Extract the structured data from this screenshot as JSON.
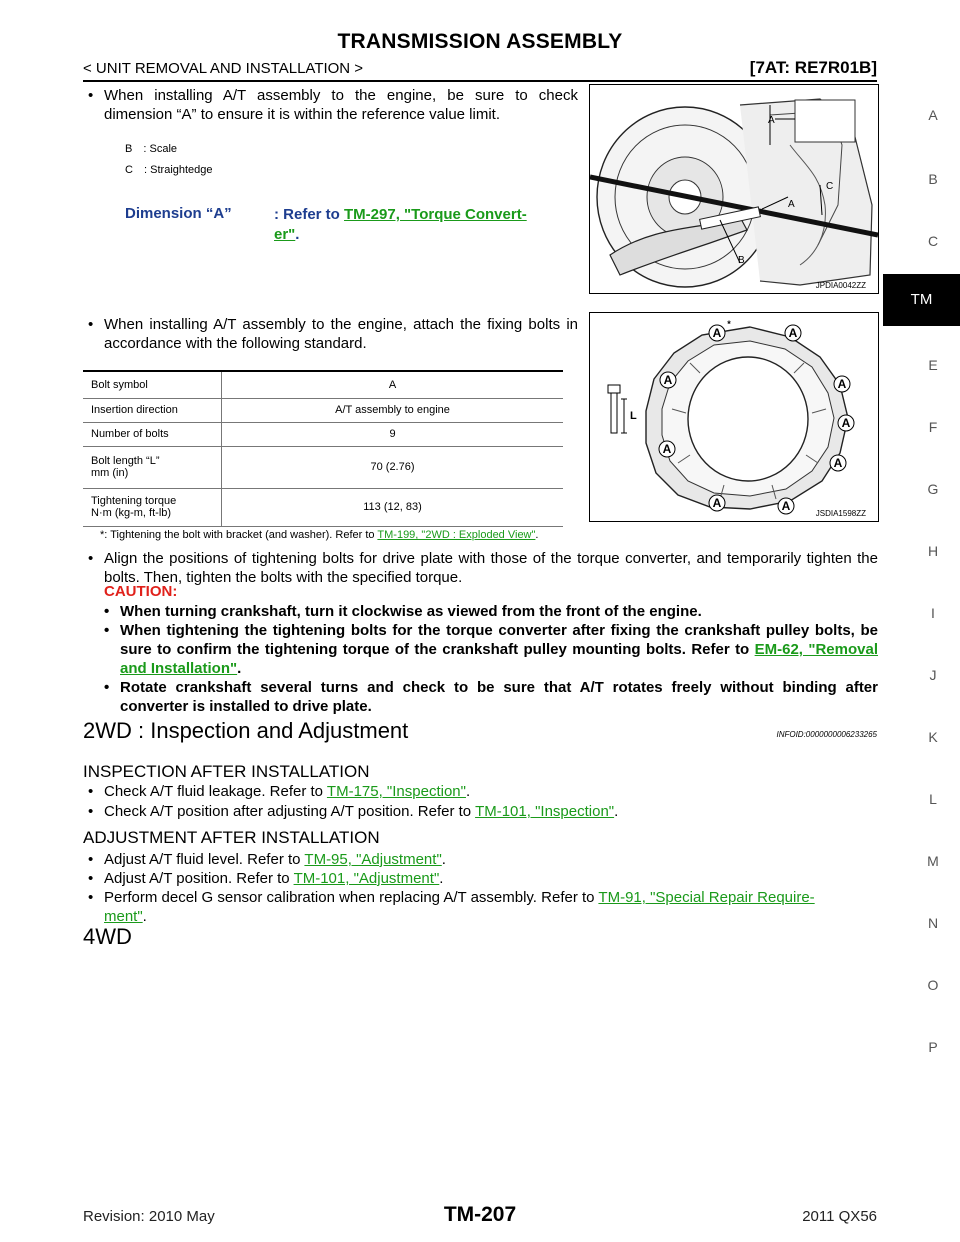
{
  "header": {
    "title": "TRANSMISSION ASSEMBLY",
    "section": "< UNIT REMOVAL AND INSTALLATION >",
    "model_code": "[7AT: RE7R01B]"
  },
  "side_index": {
    "letters": [
      "A",
      "B",
      "C",
      "TM",
      "E",
      "F",
      "G",
      "H",
      "I",
      "J",
      "K",
      "L",
      "M",
      "N",
      "O",
      "P"
    ],
    "active": "TM"
  },
  "step1": {
    "bullet": "•",
    "text": "When installing A/T assembly to the engine, be sure to check dimension “A” to ensure it is within the reference value limit.",
    "legend": [
      {
        "key": "B",
        "sep": ":",
        "value": "Scale"
      },
      {
        "key": "C",
        "sep": ":",
        "value": "Straightedge"
      }
    ],
    "dimension_label": "Dimension “A”",
    "dimension_prefix": ": Refer to",
    "dimension_link": "TM-297, \"Torque Convert-er\"",
    "dimension_link_line1": "TM-297, \"Torque Convert-",
    "dimension_link_line2": "er\"",
    "dimension_suffix": ".",
    "figure": {
      "code": "JPDIA0042ZZ",
      "callout_a": "A",
      "callout_b": "B",
      "callout_c": "C"
    }
  },
  "step2": {
    "bullet": "•",
    "text": "When installing A/T assembly to the engine, attach the fixing bolts in accordance with the following standard.",
    "table": [
      {
        "label": "Bolt symbol",
        "value": "A"
      },
      {
        "label": "Insertion direction",
        "value": "A/T assembly to engine"
      },
      {
        "label": "Number of bolts",
        "value": "9"
      },
      {
        "label": "Bolt length “L”",
        "label2": "mm (in)",
        "value": "70 (2.76)"
      },
      {
        "label": "Tightening torque",
        "label2": "N·m (kg-m, ft-lb)",
        "value": "113 (12, 83)"
      }
    ],
    "footnote_prefix": "*: Tightening the bolt with bracket (and washer). Refer to",
    "footnote_link": "TM-199, \"2WD : Exploded View\"",
    "footnote_suffix": ".",
    "figure": {
      "code": "JSDIA1598ZZ",
      "bolt_label": "A",
      "star": "*",
      "length_label": "L"
    }
  },
  "step3": {
    "bullet": "•",
    "text": "Align the positions of tightening bolts for drive plate with those of the torque converter, and temporarily tighten the bolts. Then, tighten the bolts with the specified torque.",
    "caution_label": "CAUTION:",
    "cautions": [
      {
        "text": "When turning crankshaft, turn it clockwise as viewed from the front of the engine."
      },
      {
        "text": "When tightening the tightening bolts for the torque converter after fixing the crankshaft pulley bolts, be sure to confirm the tightening torque of the crankshaft pulley mounting bolts. Refer to",
        "link": "EM-62, \"Removal and Installation\"",
        "suffix": "."
      },
      {
        "text": "Rotate crankshaft several turns and check to be sure that A/T rotates freely without binding after converter is installed to drive plate."
      }
    ]
  },
  "inspection_section": {
    "heading": "2WD : Inspection and Adjustment",
    "infoid": "INFOID:0000000006233265",
    "inspection_heading": "INSPECTION AFTER INSTALLATION",
    "inspection_items": [
      {
        "text": "Check A/T fluid leakage. Refer to",
        "link": "TM-175, \"Inspection\"",
        "suffix": "."
      },
      {
        "text": "Check A/T position after adjusting A/T position. Refer to",
        "link": "TM-101, \"Inspection\"",
        "suffix": "."
      }
    ],
    "adjustment_heading": "ADJUSTMENT AFTER INSTALLATION",
    "adjustment_items": [
      {
        "text": "Adjust A/T fluid level. Refer to",
        "link": "TM-95, \"Adjustment\"",
        "suffix": "."
      },
      {
        "text": "Adjust A/T position. Refer to",
        "link": "TM-101, \"Adjustment\"",
        "suffix": "."
      },
      {
        "text": "Perform decel G sensor calibration when replacing A/T assembly. Refer to",
        "link": "TM-91, \"Special Repair Require-ment\"",
        "link_line1": "TM-91, \"Special Repair Require-",
        "link_line2": "ment\"",
        "suffix": "."
      }
    ]
  },
  "next_heading": "4WD",
  "footer": {
    "revision": "Revision: 2010 May",
    "page": "TM-207",
    "model": "2011 QX56"
  },
  "colors": {
    "link": "#1a9a1a",
    "caution": "#e0211b",
    "dimension": "#1d3d8f",
    "tab": "#000000"
  }
}
